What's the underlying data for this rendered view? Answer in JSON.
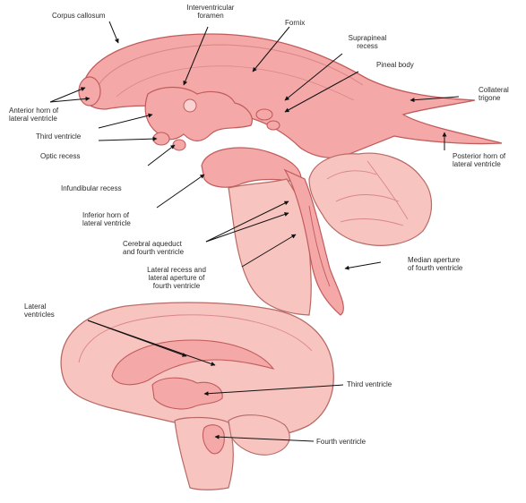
{
  "upper_diagram": {
    "labels": {
      "corpus_callosum": "Corpus callosum",
      "interventricular_foramen_1": "Interventricular",
      "interventricular_foramen_2": "foramen",
      "fornix": "Fornix",
      "suprapineal_recess_1": "Suprapineal",
      "suprapineal_recess_2": "recess",
      "pineal_body": "Pineal body",
      "collateral_trigone_1": "Collateral",
      "collateral_trigone_2": "trigone",
      "anterior_horn_1": "Anterior horn of",
      "anterior_horn_2": "lateral ventricle",
      "third_ventricle": "Third ventricle",
      "optic_recess": "Optic recess",
      "posterior_horn_1": "Posterior horn of",
      "posterior_horn_2": "lateral ventricle",
      "infundibular_recess": "Infundibular recess",
      "inferior_horn_1": "Inferior horn of",
      "inferior_horn_2": "lateral ventricle",
      "cerebral_aqueduct_1": "Cerebral aqueduct",
      "cerebral_aqueduct_2": "and fourth ventricle",
      "median_aperture_1": "Median aperture",
      "median_aperture_2": "of fourth ventricle",
      "lateral_recess_1": "Lateral recess and",
      "lateral_recess_2": "lateral aperture of",
      "lateral_recess_3": "fourth ventricle"
    }
  },
  "lower_diagram": {
    "labels": {
      "lateral_ventricles_1": "Lateral",
      "lateral_ventricles_2": "ventricles",
      "third_ventricle": "Third ventricle",
      "fourth_ventricle": "Fourth ventricle"
    }
  },
  "colors": {
    "ventricle_fill": "#f4a8a8",
    "ventricle_stroke": "#c25b5b",
    "brain_fill": "#f7c4c0",
    "brain_stroke": "#b86a66",
    "label_text": "#2b2b2b",
    "leader_line": "#111111"
  }
}
